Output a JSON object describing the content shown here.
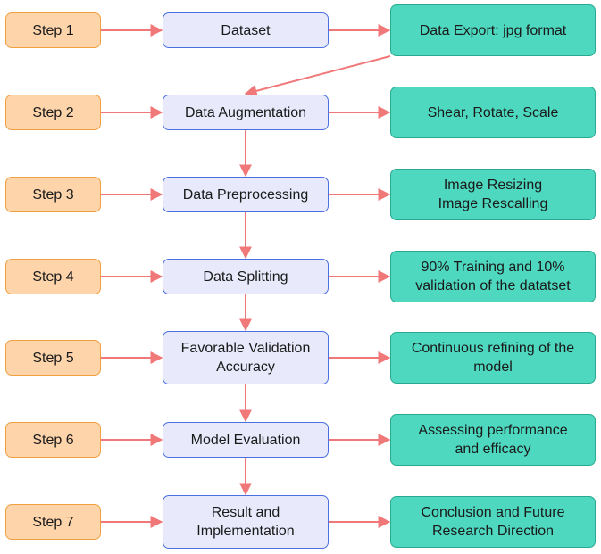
{
  "colors": {
    "step_fill": "#fed4ab",
    "step_border": "#f0a040",
    "process_fill": "#e8eafc",
    "process_border": "#4a6fe0",
    "output_fill": "#4dd8bf",
    "output_border": "#2aa890",
    "arrow": "#f07878"
  },
  "rows": [
    {
      "step": "Step 1",
      "process": [
        "Dataset"
      ],
      "output": [
        "Data Export: jpg format"
      ]
    },
    {
      "step": "Step 2",
      "process": [
        "Data Augmentation"
      ],
      "output": [
        "Shear, Rotate, Scale"
      ]
    },
    {
      "step": "Step 3",
      "process": [
        "Data Preprocessing"
      ],
      "output": [
        "Image Resizing",
        "Image Rescalling"
      ]
    },
    {
      "step": "Step 4",
      "process": [
        "Data Splitting"
      ],
      "output": [
        "90% Training and 10%",
        "validation of the datatset"
      ]
    },
    {
      "step": "Step 5",
      "process": [
        "Favorable Validation",
        "Accuracy"
      ],
      "output": [
        "Continuous refining of the",
        "model"
      ]
    },
    {
      "step": "Step 6",
      "process": [
        "Model Evaluation"
      ],
      "output": [
        "Assessing performance",
        "and efficacy"
      ]
    },
    {
      "step": "Step 7",
      "process": [
        "Result and",
        "Implementation"
      ],
      "output": [
        "Conclusion and Future",
        "Research Direction"
      ]
    }
  ]
}
